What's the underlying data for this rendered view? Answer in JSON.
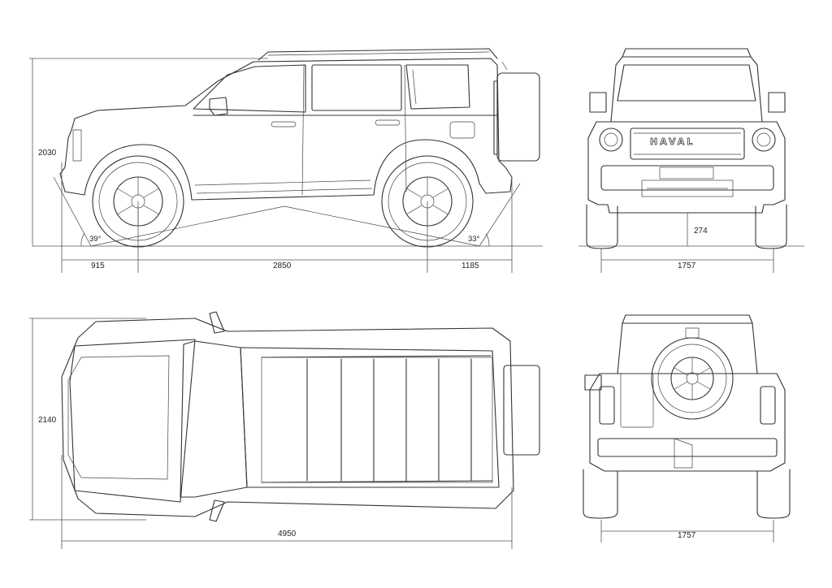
{
  "brand": "HAVAL",
  "dimensions": {
    "height": "2030",
    "front_overhang": "915",
    "wheelbase": "2850",
    "rear_overhang": "1185",
    "approach_angle": "39°",
    "departure_angle": "33°",
    "ground_clearance": "274",
    "track_front": "1757",
    "width": "2140",
    "length": "4950",
    "track_rear": "1757"
  },
  "views": [
    "side",
    "front",
    "top",
    "rear"
  ]
}
